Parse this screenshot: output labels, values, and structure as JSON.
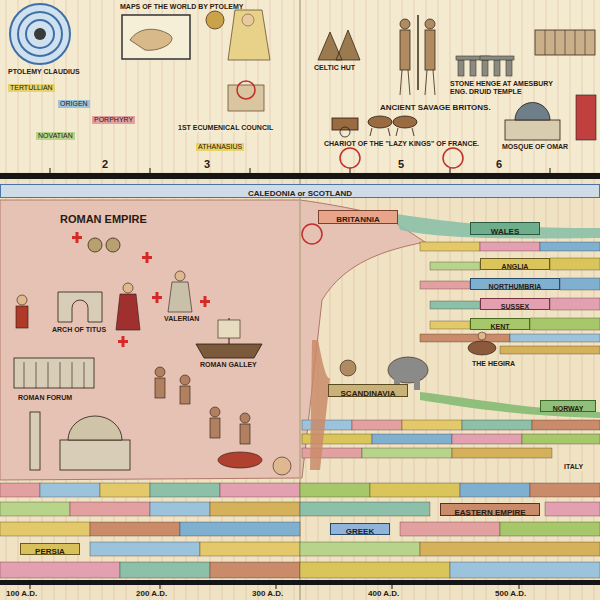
{
  "diagram": {
    "nodes": [
      {
        "text": [
          "CALEDONIA or SCOTLAND"
        ]
      },
      {
        "text": [
          "ROMAN EMPIRE"
        ]
      },
      {
        "text": [
          "BRITANNIA"
        ]
      },
      {
        "text": [
          "WALES"
        ]
      },
      {
        "text": [
          "ANGLIA"
        ]
      },
      {
        "text": [
          "NORTHUMBRIA"
        ]
      },
      {
        "text": [
          "SUSSEX"
        ]
      },
      {
        "text": [
          "KENT"
        ]
      },
      {
        "text": [
          "SCANDINAVIA"
        ]
      },
      {
        "text": [
          "NORWAY"
        ]
      },
      {
        "text": [
          "EASTERN EMPIRE"
        ]
      },
      {
        "text": [
          "GREEK"
        ]
      },
      {
        "text": [
          "PERSIA"
        ]
      }
    ],
    "edges": [],
    "labels": [
      "MAPS OF THE WORLD BY PTOLEMY",
      "PTOLEMY CLAUDIUS",
      "TERTULLIAN",
      "ORIGEN",
      "PORPHYRY",
      "NOVATIAN",
      "1ST ECUMENICAL COUNCIL",
      "ATHANASIUS",
      "CELTIC HUT",
      "ANCIENT SAVAGE BRITONS.",
      "STONE HENGE AT AMESBURY ENG. DRUID TEMPLE",
      "CHARIOT OF THE \"LAZY KINGS\" OF FRANCE.",
      "MOSQUE OF OMAR",
      "2",
      "3",
      "5",
      "6",
      "ARCH OF TITUS",
      "VALERIAN",
      "ROMAN GALLEY",
      "ROMAN FORUM",
      "THE HEGIRA",
      "ITALY",
      "100 A.D.",
      "200 A.D.",
      "300 A.D.",
      "400 A.D.",
      "500 A.D."
    ]
  }
}
